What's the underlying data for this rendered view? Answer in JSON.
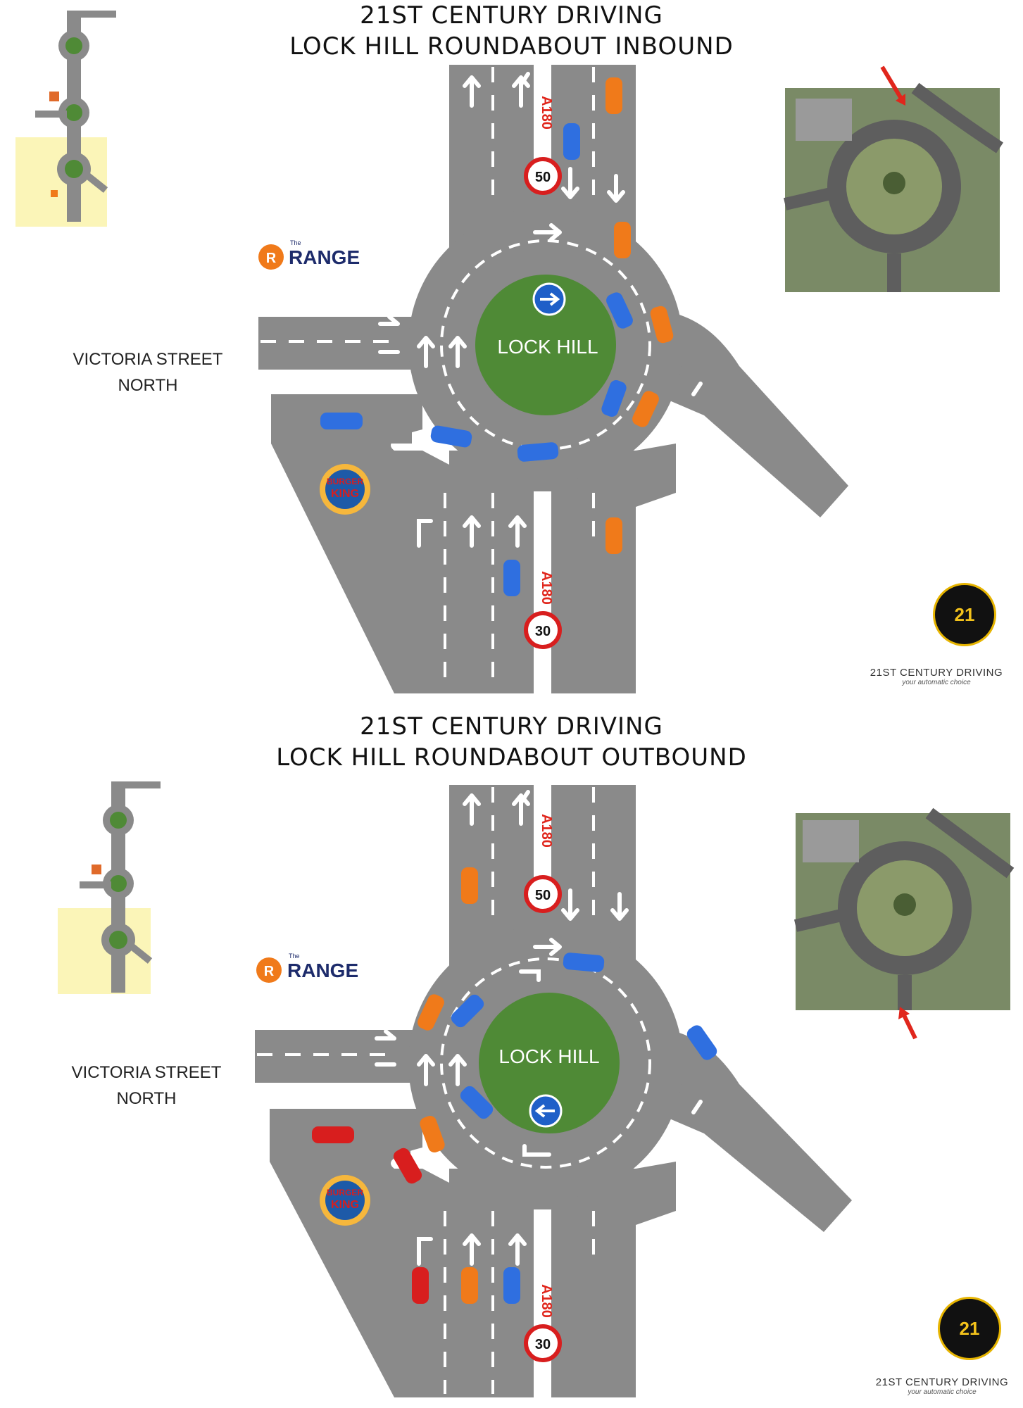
{
  "panels": [
    {
      "title_line1": "21ST CENTURY DRIVING",
      "title_line2": "LOCK HILL ROUNDABOUT INBOUND",
      "street_line1": "VICTORIA STREET",
      "street_line2": "NORTH",
      "island_label": "LOCK HILL",
      "road_label": "A180",
      "speed_top": "50",
      "speed_bottom": "30",
      "range_small": "The",
      "range_word": "RANGE",
      "bk_line1": "BURGER",
      "bk_line2": "KING",
      "logo_number": "21",
      "brand_name": "21ST CENTURY DRIVING",
      "brand_tagline": "your automatic choice"
    },
    {
      "title_line1": "21ST CENTURY DRIVING",
      "title_line2": "LOCK HILL ROUNDABOUT OUTBOUND",
      "street_line1": "VICTORIA STREET",
      "street_line2": "NORTH",
      "island_label": "LOCK HILL",
      "road_label": "A180",
      "speed_top": "50",
      "speed_bottom": "30",
      "range_small": "The",
      "range_word": "RANGE",
      "bk_line1": "BURGER",
      "bk_line2": "KING",
      "logo_number": "21",
      "brand_name": "21ST CENTURY DRIVING",
      "brand_tagline": "your automatic choice"
    }
  ],
  "colors": {
    "road": "#8a8a8a",
    "island": "#4f8a36",
    "car_blue": "#2f6fe0",
    "car_orange": "#f07a1a",
    "car_red": "#d81e1e",
    "highlight": "#fbf5b8",
    "arrow_red": "#e0261c",
    "logo_gold": "#e6b400"
  },
  "icons": {
    "direction_arrow": "arrow-right-icon",
    "logo": "21-logo-icon"
  }
}
